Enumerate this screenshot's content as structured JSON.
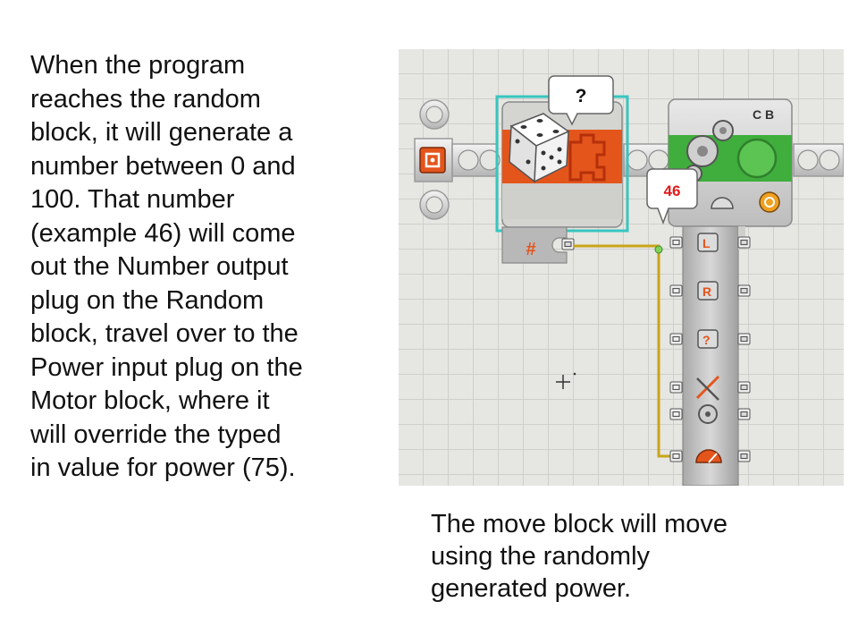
{
  "explanation": {
    "main": "When the program\nreaches the random\nblock, it will generate a\nnumber between 0 and\n100.  That number\n(example 46) will come\nout the Number output\nplug on the Random\nblock, travel over to the\nPower input plug on the\nMotor block, where it\nwill override the typed\nin value for power (75).",
    "summary": "The move block will move\nusing the randomly\ngenerated power."
  },
  "program": {
    "random_block": {
      "output_bubble": "?",
      "number_plug_symbol": "#"
    },
    "move_block": {
      "ports_label": "C B",
      "input_bubble": "46",
      "plug_letters": [
        "L",
        "R",
        "?"
      ]
    }
  },
  "colors": {
    "canvas_bg": "#e6e6e2",
    "random_block_orange": "#e4551c",
    "move_block_green": "#3fae3c",
    "selection_outline": "#38c5bf",
    "data_wire": "#c8a41a",
    "bubble_value_red": "#e01b1b"
  }
}
